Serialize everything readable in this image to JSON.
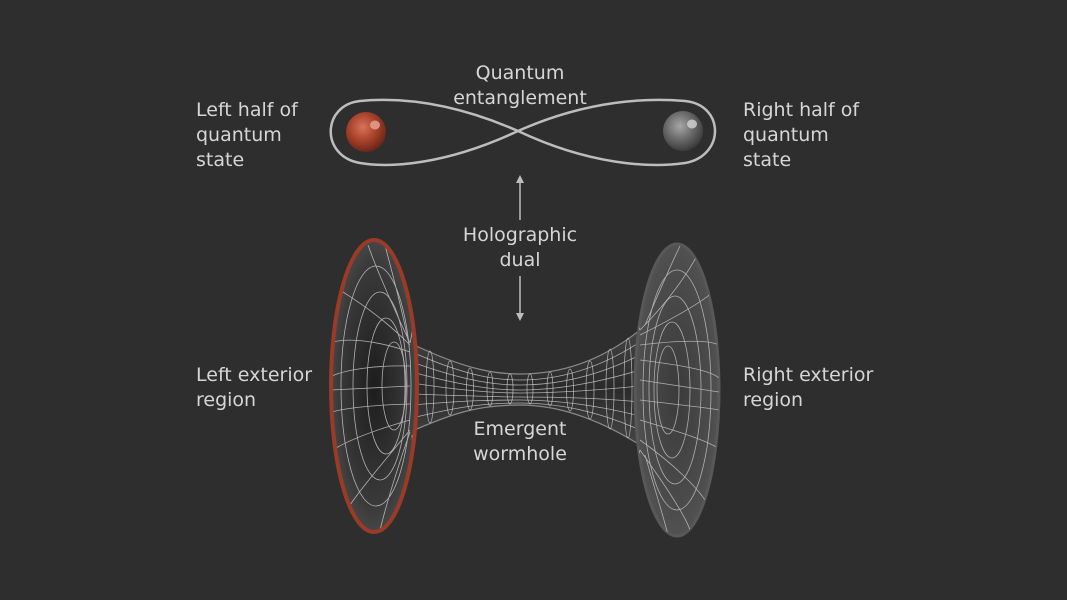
{
  "labels": {
    "entanglement": [
      "Quantum",
      "entanglement"
    ],
    "left_state": [
      "Left half of",
      "quantum",
      "state"
    ],
    "right_state": [
      "Right half of",
      "quantum",
      "state"
    ],
    "holographic": [
      "Holographic",
      "dual"
    ],
    "left_region": [
      "Left exterior",
      "region"
    ],
    "right_region": [
      "Right exterior",
      "region"
    ],
    "wormhole": [
      "Emergent",
      "wormhole"
    ]
  },
  "colors": {
    "background": "#2e2e2e",
    "text": "#d6d6d6",
    "line": "#bdbdbd",
    "left_sphere": "#b0462f",
    "left_rim": "#8f3a26",
    "right_sphere": "#6f6f6f",
    "mesh": "#d8d8d8"
  }
}
